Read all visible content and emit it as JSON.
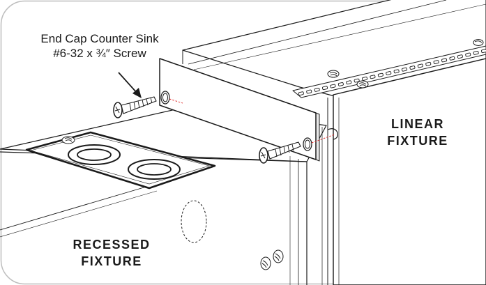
{
  "callout": {
    "line1": "End Cap Counter Sink",
    "line2": "#6-32 x ¾″ Screw"
  },
  "linear_fixture": {
    "line1": "LINEAR",
    "line2": "FIXTURE"
  },
  "recessed_fixture": {
    "line1": "RECESSED",
    "line2": "FIXTURE"
  },
  "colors": {
    "line": "#1a1a1a",
    "frame": "#bdbdbd",
    "shade": "#e8e8e8",
    "guide": "#e03030"
  },
  "icons": [
    "screw-icon",
    "hex-screw-icon",
    "arrow-icon"
  ]
}
